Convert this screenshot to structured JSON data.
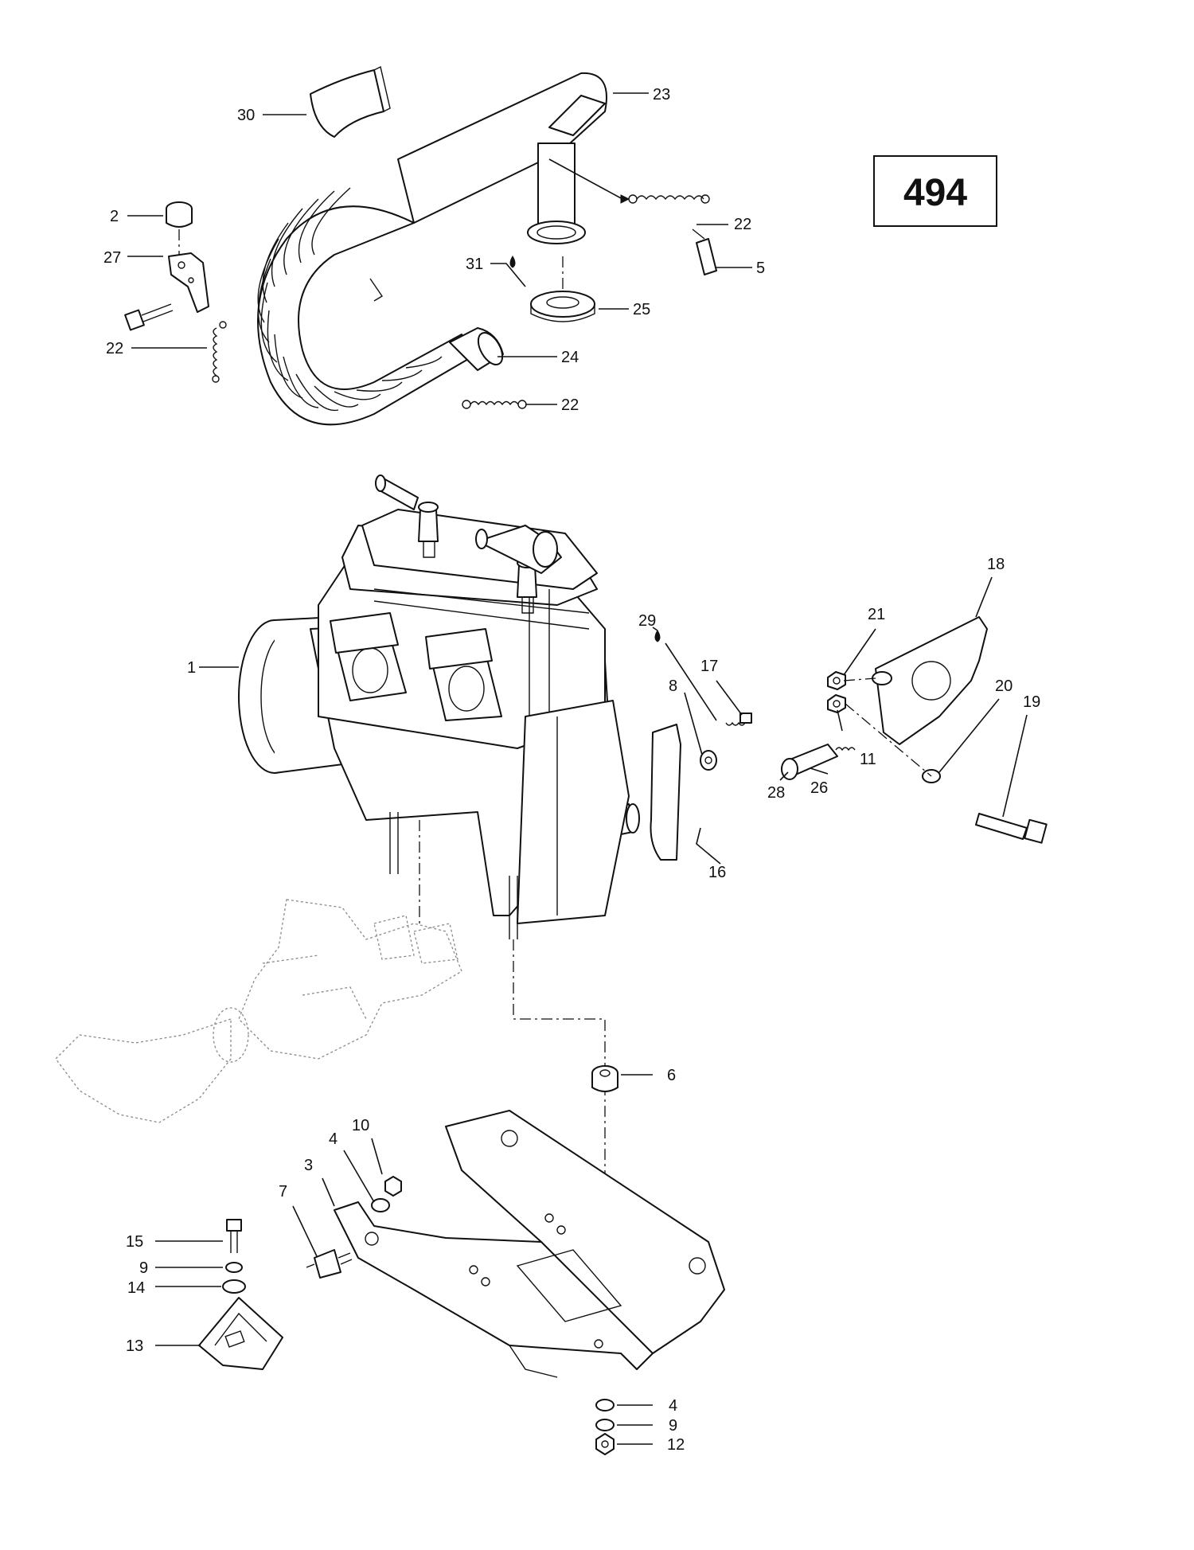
{
  "page_number": "494",
  "callouts": [
    {
      "id": "c30",
      "text": "30"
    },
    {
      "id": "c23",
      "text": "23"
    },
    {
      "id": "c2",
      "text": "2"
    },
    {
      "id": "c27",
      "text": "27"
    },
    {
      "id": "c22a",
      "text": "22"
    },
    {
      "id": "c22b",
      "text": "22"
    },
    {
      "id": "c22c",
      "text": "22"
    },
    {
      "id": "c31",
      "text": "31"
    },
    {
      "id": "c5",
      "text": "5"
    },
    {
      "id": "c25",
      "text": "25"
    },
    {
      "id": "c24",
      "text": "24"
    },
    {
      "id": "c18",
      "text": "18"
    },
    {
      "id": "c21",
      "text": "21"
    },
    {
      "id": "c29",
      "text": "29"
    },
    {
      "id": "c17",
      "text": "17"
    },
    {
      "id": "c1",
      "text": "1"
    },
    {
      "id": "c8",
      "text": "8"
    },
    {
      "id": "c20",
      "text": "20"
    },
    {
      "id": "c19",
      "text": "19"
    },
    {
      "id": "c11",
      "text": "11"
    },
    {
      "id": "c28",
      "text": "28"
    },
    {
      "id": "c26",
      "text": "26"
    },
    {
      "id": "c16",
      "text": "16"
    },
    {
      "id": "c6",
      "text": "6"
    },
    {
      "id": "c10",
      "text": "10"
    },
    {
      "id": "c4a",
      "text": "4"
    },
    {
      "id": "c3",
      "text": "3"
    },
    {
      "id": "c7",
      "text": "7"
    },
    {
      "id": "c15",
      "text": "15"
    },
    {
      "id": "c9a",
      "text": "9"
    },
    {
      "id": "c14",
      "text": "14"
    },
    {
      "id": "c13",
      "text": "13"
    },
    {
      "id": "c4b",
      "text": "4"
    },
    {
      "id": "c9b",
      "text": "9"
    },
    {
      "id": "c12",
      "text": "12"
    }
  ]
}
